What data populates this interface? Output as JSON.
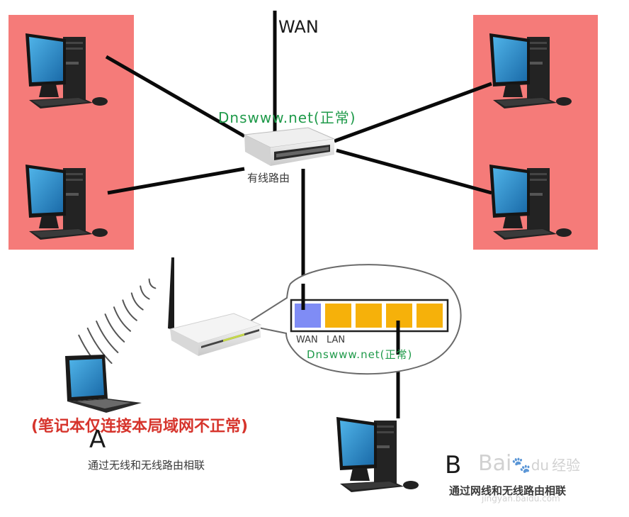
{
  "colors": {
    "panel_fill": "#f57b79",
    "wan_port": "#7f8cf5",
    "lan_port": "#f6b10a",
    "label_green": "#1f9a4a",
    "label_red": "#d6342c",
    "cable": "#0a0a0a"
  },
  "labels": {
    "wan_top": "WAN",
    "wired_router_status": "Dnswww.net(正常)",
    "wired_router_name": "有线路由",
    "port_wan": "WAN",
    "port_lan": "LAN",
    "wireless_router_status": "Dnswww.net(正常)",
    "laptop_status": "(笔记本仅连接本局域网不正常)",
    "device_a_letter": "A",
    "device_a_caption": "通过无线和无线路由相联",
    "device_b_letter": "B",
    "device_b_caption": "通过网线和无线路由相联"
  },
  "watermark": {
    "brand": "Bai",
    "brand_du": "du",
    "brand_cn": "经验",
    "url": "jingyan.baidu.com"
  },
  "icons": {
    "desktop_pc": "desktop-computer-icon",
    "wired_router": "wired-router-icon",
    "wireless_router": "wireless-router-icon",
    "laptop": "laptop-icon",
    "wifi_waves": "wifi-signal-icon"
  },
  "ports": [
    {
      "type": "WAN"
    },
    {
      "type": "LAN"
    },
    {
      "type": "LAN"
    },
    {
      "type": "LAN"
    },
    {
      "type": "LAN"
    }
  ]
}
